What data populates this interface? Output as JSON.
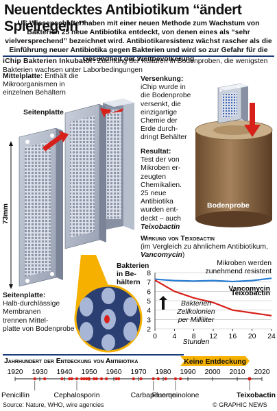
{
  "headline": "Neuentdecktes Antibiotikum “ändert Spielregeln”",
  "intro": "US Wissenschafter haben mit einer neuen Methode zum Wachstum von Bakterien 25 neue Antibiotika entdeckt, von denen eines als “sehr vielversprechend” bezeichnet wird. Antibiotikaresistenz wächst rascher als die Einführung neuer Antibiotika gegen Bakterien und wird so zur Gefahr für die Gesundheit der Weltbevölkerung",
  "ichip": {
    "title": "iChip Bakterien Inkubator:",
    "description": "Züchtung der Kulturen in Bodenproben, die wenigsten Bakterien wachsen unter Laborbedingungen"
  },
  "mittelplatte": {
    "title": "Mittelplatte:",
    "text": [
      " Enthält die",
      "Mikroorganismen in",
      "einzelnen Behältern"
    ]
  },
  "seitenplatte_label": "Seitenplatte",
  "dimension_label": "73mm",
  "bakterien_label": [
    "Bakterien",
    "in Be-",
    "hältern"
  ],
  "seitenplatte_desc": {
    "title": "Seitenplatte:",
    "text": [
      "Halb-durchlässige",
      "Membranen",
      "trennen Mittel-",
      "platte von Bodenprobe"
    ]
  },
  "versenkung": {
    "title": "Versenkung:",
    "text": [
      "iChip wurde in",
      "die Bodenprobe",
      "versenkt, die",
      "einzigartige",
      "Chemie der",
      "Erde durch-",
      "dringt Behälter"
    ]
  },
  "bodenprobe_label": "Bodenprobe",
  "resultat": {
    "title": "Resultat:",
    "text": [
      "Test der von",
      "Mikroben er-",
      "zeugten",
      "Chemikalien.",
      "25 neue",
      "Antibiotika",
      "wurden ent-"
    ],
    "last_line_prefix": "deckt – auch",
    "last_line_emph": "Teixobactin"
  },
  "chart_data": {
    "type": "line",
    "title": "Wirkung von Teixobactin",
    "subtitle_prefix": "(im Vergleich zu ähnlichem Antibiotikum,",
    "subtitle_emph": "Vancomycin",
    "subtitle_suffix": ")",
    "xlabel": "Stunden",
    "xlim": [
      0,
      24
    ],
    "ylim": [
      2,
      8
    ],
    "xticks": [
      0,
      4,
      8,
      12,
      16,
      20,
      24
    ],
    "yticks": [
      2,
      3,
      4,
      5,
      6,
      7,
      8
    ],
    "y_axis_label": [
      "Bakterien",
      "Zellkolonien",
      "per Milliliter"
    ],
    "annotation": [
      "Mikroben werden",
      "zunehmend resistent"
    ],
    "grid": true,
    "series": [
      {
        "name": "Vancomycin",
        "color": "#2a7fd4",
        "x": [
          0,
          4,
          8,
          12,
          16,
          20,
          24
        ],
        "y": [
          7.3,
          7.15,
          7.1,
          7.15,
          7.05,
          7.15,
          7.4
        ]
      },
      {
        "name": "Teixobactin",
        "color": "#d8201a",
        "x": [
          0,
          4,
          8,
          12,
          16,
          20,
          24
        ],
        "y": [
          7.2,
          6.0,
          5.3,
          4.8,
          4.0,
          3.7,
          3.4
        ]
      }
    ]
  },
  "timeline": {
    "title": "Jahrhundert der Entdeckung von Antibiotika",
    "keine_label": "Keine Entdeckung",
    "years": [
      1920,
      1930,
      1940,
      1950,
      1960,
      1970,
      1980,
      1990,
      2000,
      2010,
      2020
    ],
    "discoveries": [
      1928,
      1932,
      1939,
      1942,
      1943,
      1945,
      1947,
      1948,
      1949,
      1950,
      1952,
      1953,
      1955,
      1957,
      1961,
      1962,
      1968,
      1971,
      1976,
      1978,
      1981,
      1985,
      1987
    ],
    "named": [
      {
        "name": "Penicillin",
        "year": 1928
      },
      {
        "name": "Cephalosporin",
        "year": 1945
      },
      {
        "name": "Carbapeneme",
        "year": 1976
      },
      {
        "name": "Fluorquinolone",
        "year": 1985
      },
      {
        "name": "Teixobactin",
        "year": 2015
      }
    ],
    "gap_from": 1987,
    "gap_to": 2015,
    "accent": "#f5b000"
  },
  "source": "Source: Nature, WHO, wire agencies",
  "credit": "© GRAPHIC NEWS",
  "colors": {
    "rule": "#1a3a7a",
    "red": "#d8201a",
    "blue": "#2a7fd4",
    "orange": "#f5b000"
  }
}
